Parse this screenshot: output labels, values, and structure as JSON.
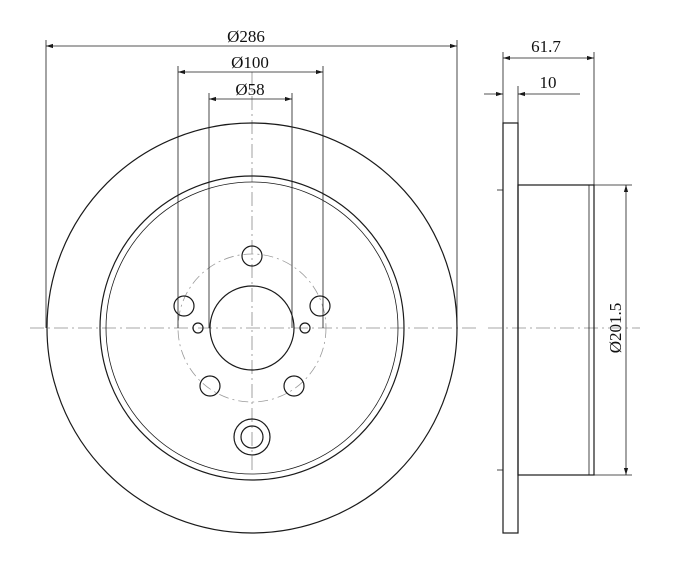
{
  "dimensions": {
    "outer_diameter": "Ø286",
    "pcd_diameter": "Ø100",
    "center_bore_diameter": "Ø58",
    "overall_height": "61.7",
    "disc_thickness": "10",
    "hat_diameter": "Ø201.5"
  },
  "colors": {
    "line": "#1a1a1a",
    "center_line": "#8a8a8a",
    "background": "#ffffff"
  }
}
